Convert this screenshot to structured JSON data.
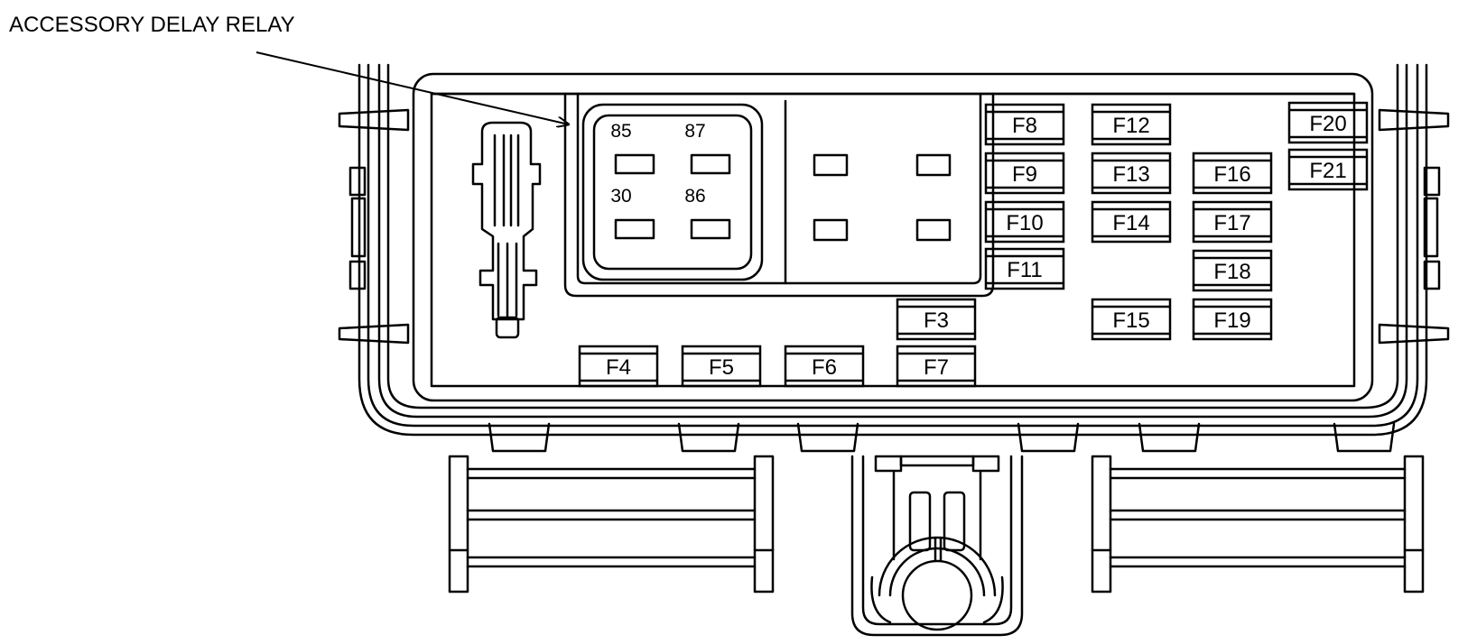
{
  "callout": {
    "label": "ACCESSORY DELAY RELAY"
  },
  "relay": {
    "pins": {
      "p85": "85",
      "p87": "87",
      "p30": "30",
      "p86": "86"
    }
  },
  "fuses": {
    "f3": "F3",
    "f4": "F4",
    "f5": "F5",
    "f6": "F6",
    "f7": "F7",
    "f8": "F8",
    "f9": "F9",
    "f10": "F10",
    "f11": "F11",
    "f12": "F12",
    "f13": "F13",
    "f14": "F14",
    "f15": "F15",
    "f16": "F16",
    "f17": "F17",
    "f18": "F18",
    "f19": "F19",
    "f20": "F20",
    "f21": "F21"
  }
}
